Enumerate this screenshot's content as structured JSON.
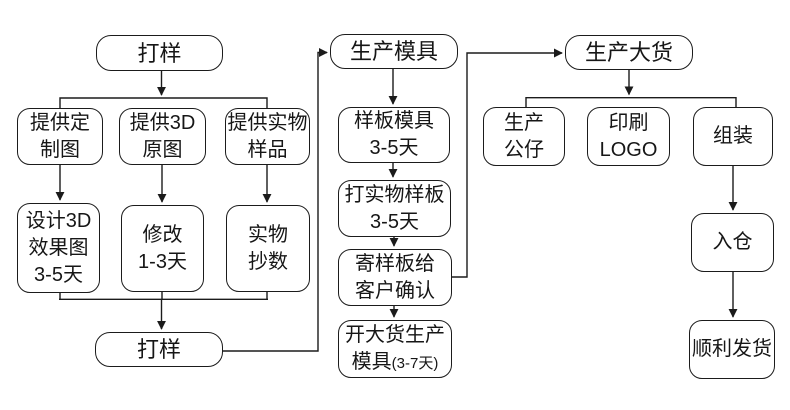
{
  "page": {
    "background": "#ffffff",
    "line_color": "#1b1b1b",
    "text_color": "#161616"
  },
  "diagram": {
    "nodes": {
      "sample_top": {
        "label": "打样"
      },
      "provide_custom": {
        "lines": [
          "提供定",
          "制图"
        ]
      },
      "provide_3d": {
        "lines": [
          "提供3D",
          "原图"
        ]
      },
      "provide_physical": {
        "lines": [
          "提供实物",
          "样品"
        ]
      },
      "design_3d": {
        "lines": [
          "设计3D",
          "效果图",
          "3-5天"
        ]
      },
      "revise": {
        "lines": [
          "修改",
          "1-3天"
        ]
      },
      "physical_copy": {
        "lines": [
          "实物",
          "抄数"
        ]
      },
      "sample_bottom": {
        "label": "打样"
      },
      "mold_header": {
        "label": "生产模具"
      },
      "sample_mold": {
        "lines": [
          "样板模具",
          "3-5天"
        ]
      },
      "physical_sample": {
        "lines": [
          "打实物样板",
          "3-5天"
        ]
      },
      "send_sample": {
        "lines": [
          "寄样板给",
          "客户确认"
        ]
      },
      "bulk_mold": {
        "line1": "开大货生产",
        "line2_main": "模具",
        "line2_note": "(3-7天)"
      },
      "bulk_header": {
        "label": "生产大货"
      },
      "produce_figure": {
        "lines": [
          "生产",
          "公仔"
        ]
      },
      "print_logo": {
        "lines": [
          "印刷",
          "LOGO"
        ]
      },
      "assemble": {
        "label": "组装"
      },
      "warehouse": {
        "label": "入仓"
      },
      "ship": {
        "label": "顺利发货"
      }
    },
    "edges": [
      {
        "from": "sample_top",
        "to": "provide_custom"
      },
      {
        "from": "sample_top",
        "to": "provide_3d"
      },
      {
        "from": "sample_top",
        "to": "provide_physical"
      },
      {
        "from": "provide_custom",
        "to": "design_3d"
      },
      {
        "from": "provide_3d",
        "to": "revise"
      },
      {
        "from": "provide_physical",
        "to": "physical_copy"
      },
      {
        "from": "design_3d",
        "to": "sample_bottom"
      },
      {
        "from": "revise",
        "to": "sample_bottom"
      },
      {
        "from": "physical_copy",
        "to": "sample_bottom"
      },
      {
        "from": "sample_bottom",
        "to": "mold_header"
      },
      {
        "from": "mold_header",
        "to": "sample_mold"
      },
      {
        "from": "sample_mold",
        "to": "physical_sample"
      },
      {
        "from": "physical_sample",
        "to": "send_sample"
      },
      {
        "from": "send_sample",
        "to": "bulk_mold"
      },
      {
        "from": "send_sample",
        "to": "bulk_header"
      },
      {
        "from": "bulk_header",
        "to": "produce_figure"
      },
      {
        "from": "bulk_header",
        "to": "print_logo"
      },
      {
        "from": "bulk_header",
        "to": "assemble"
      },
      {
        "from": "assemble",
        "to": "warehouse"
      },
      {
        "from": "warehouse",
        "to": "ship"
      }
    ]
  }
}
